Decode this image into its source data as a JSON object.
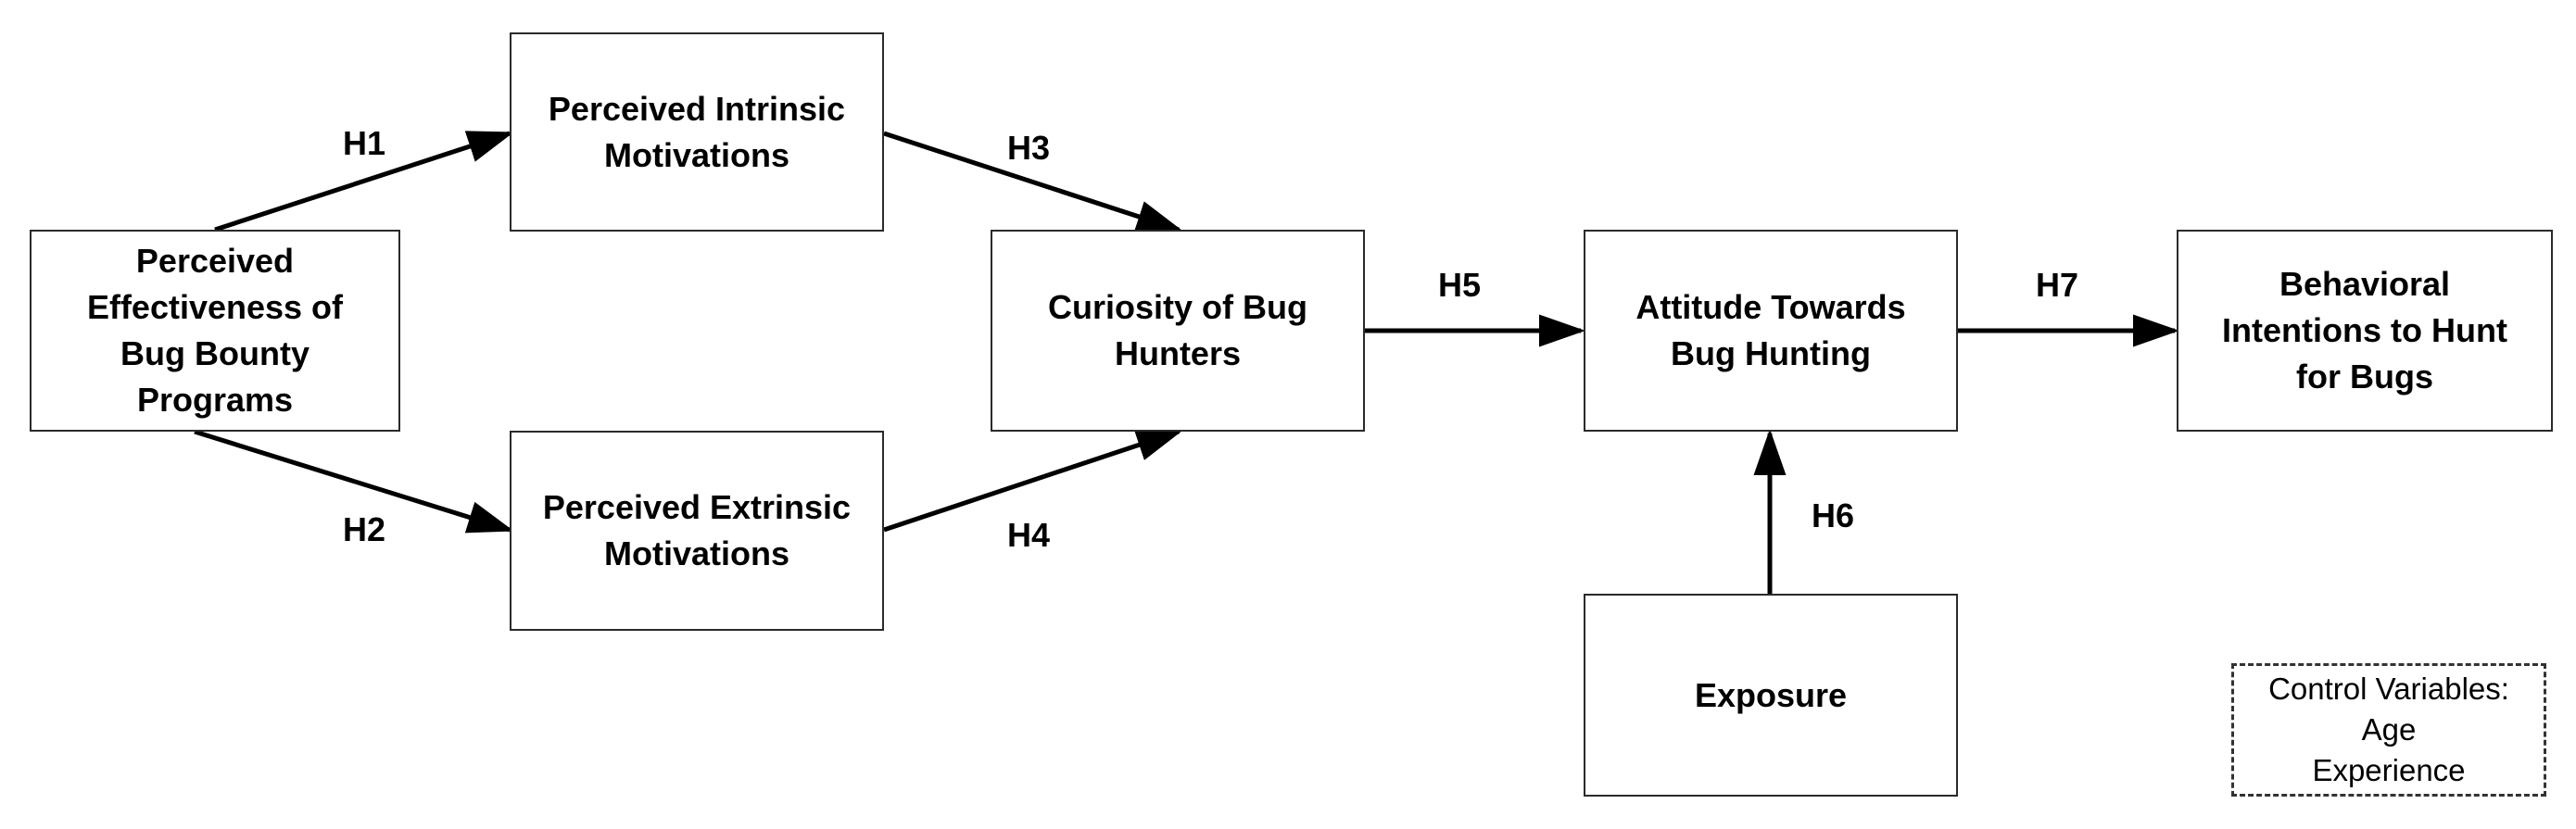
{
  "nodes": {
    "effectiveness": [
      "Perceived",
      "Effectiveness of",
      "Bug Bounty",
      "Programs"
    ],
    "intrinsic": [
      "Perceived Intrinsic",
      "Motivations"
    ],
    "extrinsic": [
      "Perceived Extrinsic",
      "Motivations"
    ],
    "curiosity": [
      "Curiosity of Bug",
      "Hunters"
    ],
    "attitude": [
      "Attitude Towards",
      "Bug Hunting"
    ],
    "intentions": [
      "Behavioral",
      "Intentions to Hunt",
      "for Bugs"
    ],
    "exposure": [
      "Exposure"
    ]
  },
  "hypotheses": {
    "h1": "H1",
    "h2": "H2",
    "h3": "H3",
    "h4": "H4",
    "h5": "H5",
    "h6": "H6",
    "h7": "H7"
  },
  "control": [
    "Control Variables:",
    "Age",
    "Experience"
  ],
  "colors": {
    "stroke": "#2a2a2a",
    "arrow": "#000000",
    "text": "#000000",
    "background": "#ffffff"
  }
}
